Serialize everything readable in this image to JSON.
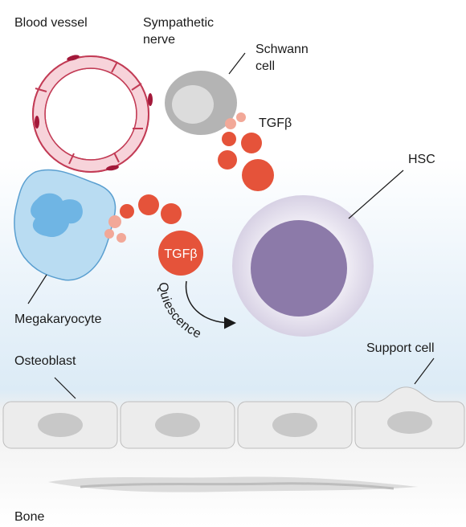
{
  "labels": {
    "blood_vessel": "Blood vessel",
    "sympathetic_nerve_line1": "Sympathetic",
    "sympathetic_nerve_line2": "nerve",
    "schwann_line1": "Schwann",
    "schwann_line2": "cell",
    "tgfb_top": "TGFβ",
    "hsc": "HSC",
    "tgfb_center": "TGFβ",
    "quiescence": "Quiescence",
    "megakaryocyte": "Megakaryocyte",
    "osteoblast": "Osteoblast",
    "support_cell": "Support cell",
    "bone": "Bone"
  },
  "colors": {
    "vessel_cell": "#f7d3da",
    "vessel_stroke": "#c23b55",
    "vessel_nucleus": "#a3193a",
    "schwann_outer": "#b0b0b0",
    "schwann_inner": "#d9d9d9",
    "tgfb_dark": "#e5533a",
    "tgfb_light": "#f2a898",
    "megakaryocyte_body": "#b9dcf2",
    "megakaryocyte_nucleus": "#6fb5e4",
    "hsc_outer": "#e5e1ee",
    "hsc_inner": "#8c7aa9",
    "bone_cell": "#ececec",
    "bone_nucleus": "#c8c8c8",
    "niche_gradient": "#dfeef7"
  }
}
